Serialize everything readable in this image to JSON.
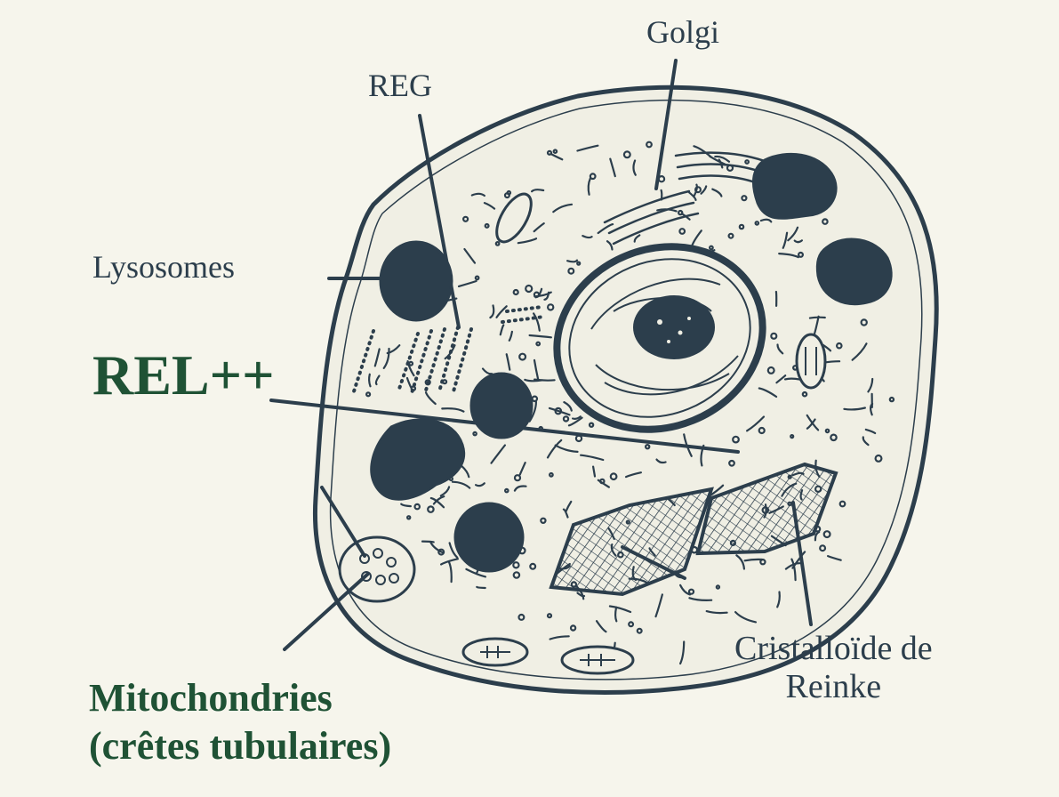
{
  "labels": {
    "golgi": "Golgi",
    "reg": "REG",
    "lysosomes": "Lysosomes",
    "rel": "REL++",
    "mitochondria_line1": "Mitochondries",
    "mitochondria_line2": "(crêtes tubulaires)",
    "crystalloid_line1": "Cristalloïde de",
    "crystalloid_line2": "Reinke"
  },
  "colors": {
    "ink": "#2c3e4c",
    "highlight": "#1f5235",
    "background": "#f6f5ec",
    "cytoplasm": "#f0efe4"
  }
}
